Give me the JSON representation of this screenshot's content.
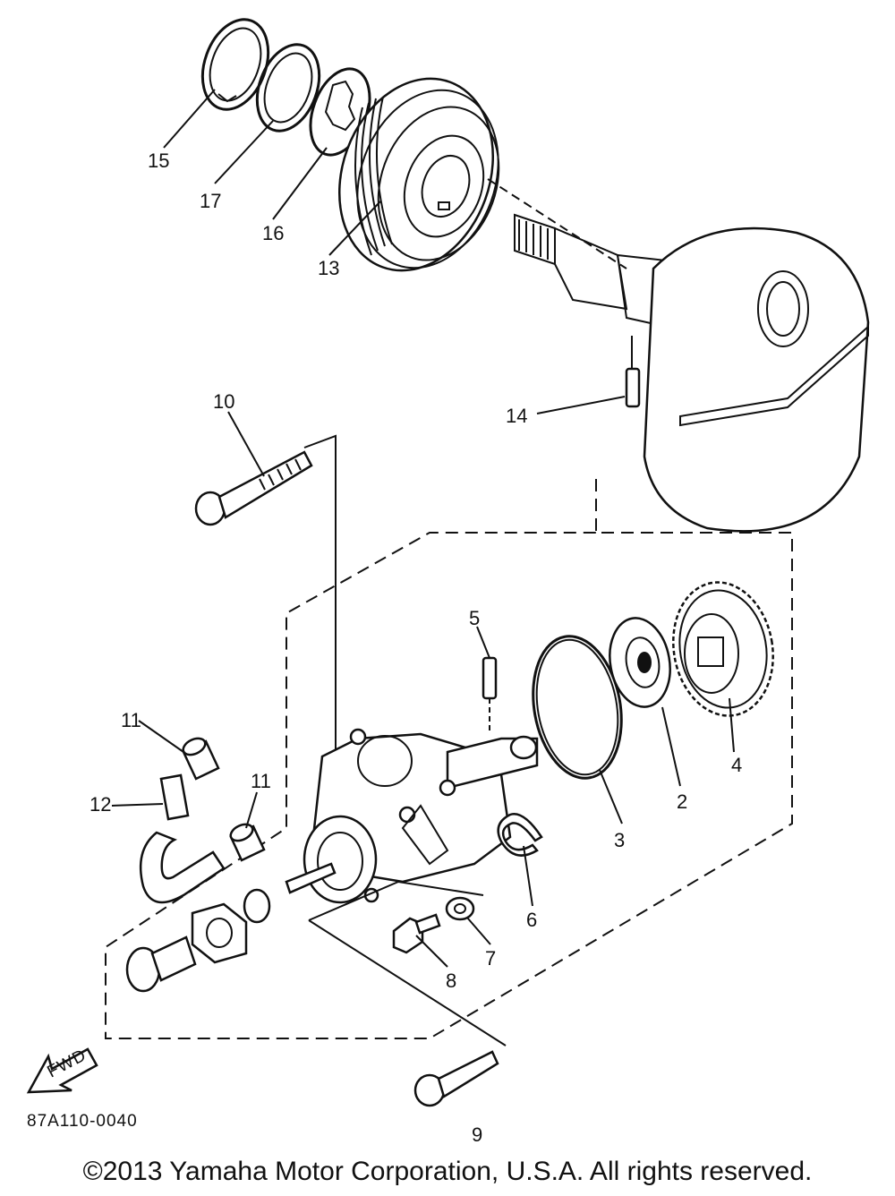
{
  "callouts": {
    "c1": "15",
    "c2": "17",
    "c3": "16",
    "c4": "13",
    "c5": "14",
    "c6": "10",
    "c7": "5",
    "c8": "11",
    "c9": "11",
    "c10": "12",
    "c11": "4",
    "c12": "2",
    "c13": "3",
    "c14": "6",
    "c15": "7",
    "c16": "8",
    "c17": "9"
  },
  "fwd_label": "FWD",
  "drawing_code": "87A110-0040",
  "copyright": "©2013 Yamaha Motor Corporation, U.S.A. All rights reserved."
}
